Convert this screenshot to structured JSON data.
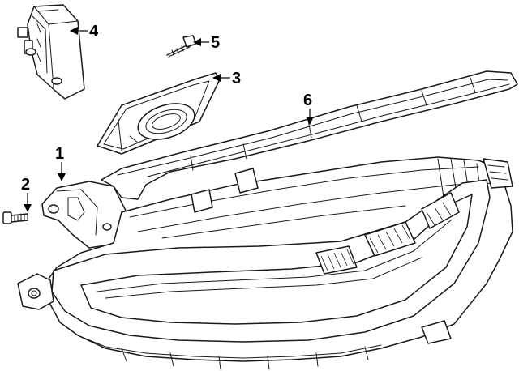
{
  "callouts": [
    {
      "id": "1",
      "label": "1"
    },
    {
      "id": "2",
      "label": "2"
    },
    {
      "id": "3",
      "label": "3"
    },
    {
      "id": "4",
      "label": "4"
    },
    {
      "id": "5",
      "label": "5"
    },
    {
      "id": "6",
      "label": "6"
    }
  ],
  "parts": [
    {
      "callout": "1",
      "icon": "headlamp-assembly-icon"
    },
    {
      "callout": "2",
      "icon": "bolt-icon"
    },
    {
      "callout": "3",
      "icon": "control-module-bracket-icon"
    },
    {
      "callout": "4",
      "icon": "control-module-icon"
    },
    {
      "callout": "5",
      "icon": "screw-icon"
    },
    {
      "callout": "6",
      "icon": "trim-strip-icon"
    }
  ]
}
